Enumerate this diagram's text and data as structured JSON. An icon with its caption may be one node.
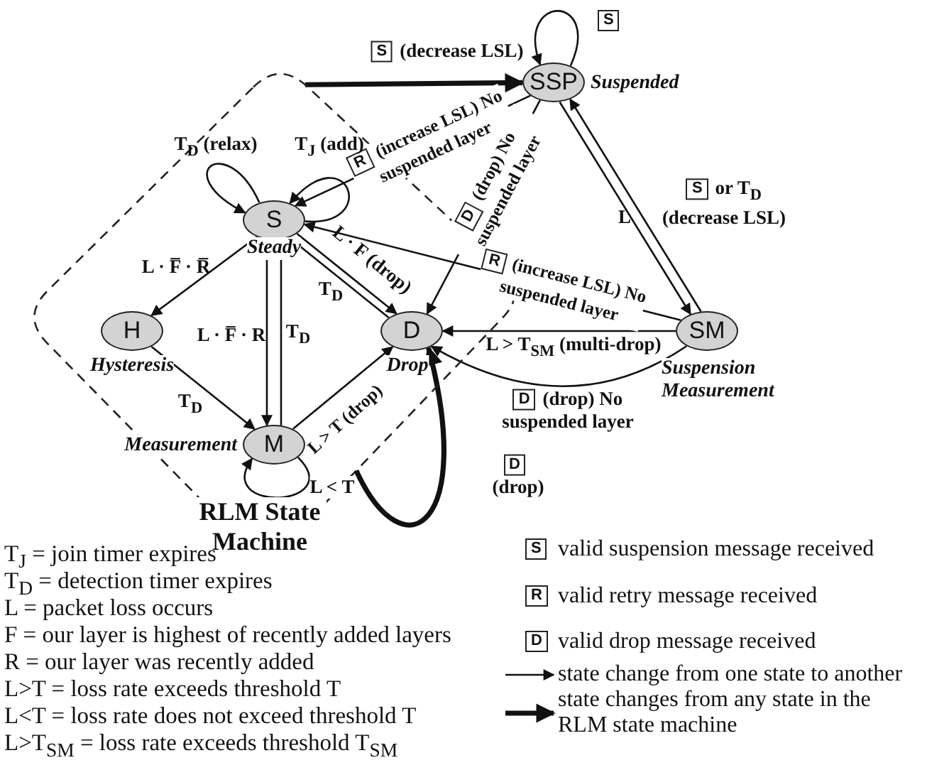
{
  "diagram": {
    "nodes": [
      {
        "text": [
          "RLM State Machine"
        ]
      },
      {
        "text": [
          "S"
        ],
        "beside": [
          "Steady"
        ],
        "in": 0
      },
      {
        "text": [
          "H"
        ],
        "beside": [
          "Hysteresis"
        ],
        "in": 0
      },
      {
        "text": [
          "M"
        ],
        "beside": [
          "Measurement"
        ],
        "in": 0
      },
      {
        "text": [
          "D"
        ],
        "beside": [
          "Drop"
        ],
        "in": 0
      },
      {
        "text": [
          "SSP"
        ],
        "beside": [
          "Suspended"
        ]
      },
      {
        "text": [
          "SM"
        ],
        "beside": [
          "Suspension Measurement"
        ]
      }
    ],
    "edges": [
      {
        "from": 0,
        "to": 5,
        "arrow": "to",
        "label": "(decrease LSL)",
        "style": "thick"
      },
      {
        "from": 5,
        "to": 5,
        "arrow": "to"
      },
      {
        "from": 5,
        "to": 1,
        "arrow": "to",
        "label": "(increase LSL) No suspended layer"
      },
      {
        "from": 5,
        "to": 4,
        "arrow": "to",
        "label": "(drop) No suspended layer"
      },
      {
        "from": 5,
        "to": 6,
        "arrow": "to",
        "label": "L"
      },
      {
        "from": 6,
        "to": 5,
        "arrow": "to",
        "label": "or T$_{D}$ (decrease LSL)"
      },
      {
        "from": 6,
        "to": 1,
        "arrow": "to",
        "label": "(increase LSL) No suspended layer"
      },
      {
        "from": 6,
        "to": 4,
        "arrow": "to",
        "label": "L > T$_{SM}$ (multi-drop)"
      },
      {
        "from": 6,
        "to": 4,
        "arrow": "to",
        "label": "(drop) No suspended layer"
      },
      {
        "from": 0,
        "to": 4,
        "arrow": "to",
        "label": "(drop)",
        "style": "thick"
      },
      {
        "from": 1,
        "to": 1,
        "arrow": "to",
        "label": "T$_{D}$ (relax)"
      },
      {
        "from": 1,
        "to": 1,
        "arrow": "to",
        "label": "T$_{J}$ (add)"
      },
      {
        "from": 1,
        "to": 2,
        "arrow": "to",
        "label": "L · F̅ · R̅"
      },
      {
        "from": 1,
        "to": 3,
        "arrow": "to",
        "label": "L · F̅ · R"
      },
      {
        "from": 3,
        "to": 1,
        "arrow": "to",
        "label": "T$_{D}$"
      },
      {
        "from": 1,
        "to": 4,
        "arrow": "to",
        "label": "L · F (drop)"
      },
      {
        "from": 4,
        "to": 1,
        "arrow": "to",
        "label": "T$_{D}$"
      },
      {
        "from": 2,
        "to": 3,
        "arrow": "to",
        "label": "T$_{D}$"
      },
      {
        "from": 3,
        "to": 4,
        "arrow": "to",
        "label": "L > T (drop)"
      },
      {
        "from": 3,
        "to": 3,
        "arrow": "to",
        "label": "L < T"
      }
    ],
    "labels": [
      "S",
      "S",
      "R",
      "D",
      "S",
      "R",
      "D",
      "D",
      "T$_{J}$ = join timer expires",
      "T$_{D}$ = detection timer expires",
      "L = packet loss occurs",
      "F = our layer is highest of recently added layers",
      "R = our layer was recently added",
      "L>T = loss rate exceeds threshold T",
      "L<T = loss rate does not exceed threshold T",
      "L>T$_{SM}$ = loss rate exceeds threshold T$_{SM}$",
      "S",
      "R",
      "D"
    ],
    "legend": [
      {
        "text": "valid suspension message received"
      },
      {
        "text": "valid retry message received"
      },
      {
        "text": "valid drop message received"
      },
      {
        "text": "state change from one state to another"
      },
      {
        "text": "state changes from any state in the RLM state machine"
      }
    ]
  }
}
